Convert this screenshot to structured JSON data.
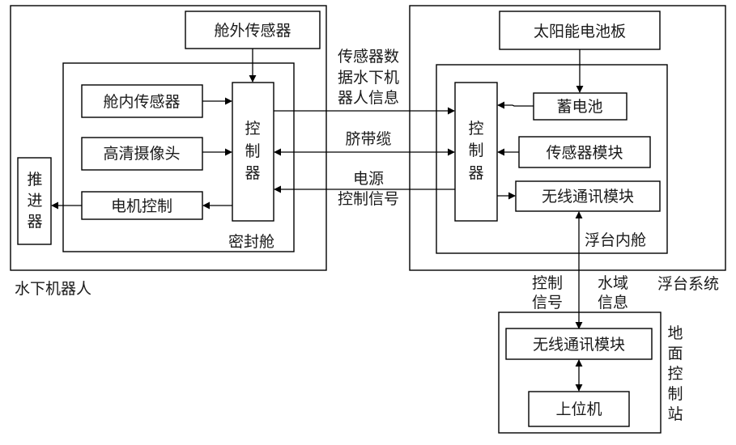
{
  "groups": {
    "robot": {
      "label": "水下机器人"
    },
    "sealed_cabin": {
      "label": "密封舱"
    },
    "float_system": {
      "label": "浮台系统"
    },
    "float_inner_cabin": {
      "label": "浮台内舱"
    },
    "ground_station": {
      "label": [
        "地",
        "面",
        "控",
        "制",
        "站"
      ]
    }
  },
  "robot_blocks": {
    "external_sensor": "舱外传感器",
    "internal_sensor": "舱内传感器",
    "hd_camera": "高清摄像头",
    "motor_control": "电机控制",
    "controller": [
      "控",
      "制",
      "器"
    ],
    "thruster": [
      "推",
      "进",
      "器"
    ]
  },
  "float_blocks": {
    "solar_panel": "太阳能电池板",
    "battery": "蓄电池",
    "sensor_module": "传感器模块",
    "wireless_module": "无线通讯模块",
    "controller": [
      "控",
      "制",
      "器"
    ]
  },
  "ground_blocks": {
    "wireless_module": "无线通讯模块",
    "host_computer": "上位机"
  },
  "links": {
    "sensor_data": [
      "传感器数",
      "据水下机",
      "器人信息"
    ],
    "umbilical": "脐带缆",
    "power_control": [
      "电源",
      "控制信号"
    ],
    "control_signal": [
      "控制",
      "信号"
    ],
    "water_info": [
      "水域",
      "信息"
    ]
  }
}
